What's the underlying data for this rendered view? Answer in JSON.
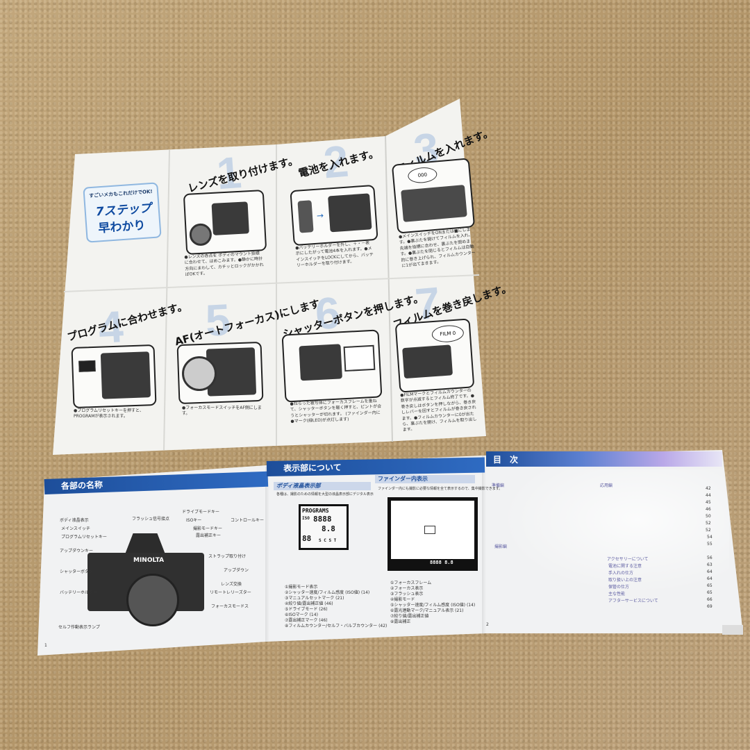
{
  "leaflet": {
    "badge": {
      "line1": "すごいメカもこれだけでOK!",
      "line2": "7ステップ",
      "line3": "早わかり"
    },
    "steps": [
      {
        "num": "1",
        "title": "レンズを取り付けます。",
        "caption": "●レンズの赤点を ボディのマウント指標に合わせて、はめこみます。●静かに時計方向にまわして、カチッとロックがかかればOKです。"
      },
      {
        "num": "2",
        "title": "電池を入れます。",
        "caption": "●バッテリーホルダーを外し、＋・－表示にしたがって電池4本を入れます。●メインスイッチをLOCKにしてから、バッテリーホルダーを取り付けます。"
      },
      {
        "num": "3",
        "title": "フィルムを入れます。",
        "caption": "●メインスイッチをONまたは■にします。●裏ぶたを開けてフィルムを入れ、先端を指標に合わせ、裏ぶたを閉めます。●裏ぶたを閉じるとフィルムは自動的に巻き上げられ、フィルムカウンターに1が出てまきます。"
      },
      {
        "num": "4",
        "title": "プログラムに合わせます。",
        "caption": "●プログラムリセットキーを押すと、PROGRAMが表示されます。"
      },
      {
        "num": "5",
        "title": "AF(オートフォーカス)にします。",
        "caption": "●フォーカスモードスイッチをAF側にします。"
      },
      {
        "num": "6",
        "title": "シャッターボタンを押します。",
        "caption": "●ねらった被写体にフォーカスフレームを重ねて、シャッターボタンを軽く押すと、ピントが合うとシャッターが切れます。 (ファインダー内に●マーク(緑LED)が点灯します)"
      },
      {
        "num": "7",
        "title": "フィルムを巻き戻します。",
        "caption": "●FILMマークとフィルムカウンターの数字が点滅するとフィルム終了です。●巻き戻しはボタンを押しながら、巻き戻しレバーを回すとフィルムが巻き戻されます。●フィルムカウンターに0が出たら、裏ぶたを開け、フィルムを取り出します。"
      }
    ]
  },
  "booklet": {
    "left": {
      "header": "各部の名称",
      "labels_left": [
        "ボディ液晶表示",
        "メインスイッチ",
        "プログラムリセットキー",
        "アップダウンキー",
        "シャッターボタン",
        "バッテリーホルダー",
        "セルフ作動表示ランプ"
      ],
      "labels_top": [
        "フラッシュ信号接点",
        "ドライブモードキー",
        "ISOキー",
        "撮影モードキー",
        "露出補正キー",
        "コントロールキー"
      ],
      "labels_right": [
        "ストラップ取り付け",
        "アップダウン",
        "レンズ交換",
        "リモートレリーズター",
        "フォーカスモードス"
      ],
      "brand": "MINOLTA",
      "page": "1"
    },
    "middle": {
      "header": "表示部について",
      "sub1": "ボディ液晶表示部",
      "sub2": "ファインダー内表示",
      "intro1": "各種は、撮影のための情報を大型の液晶表示部にデジタル表示",
      "intro2": "ファインダー内にも撮影に必要な情報を全て表示するので、集中撮影できます。",
      "lcd_word": "PROGRAMS",
      "lcd_iso": "ISO",
      "lcd_digits": "8888",
      "lcd_ev": "8.8",
      "lcd_bottom": "88",
      "lcd_sc": "S C  S T",
      "vf_readout": "8888  8.8",
      "list1": [
        "①撮影モード表示",
        "②シャッター速度/フィルム感度 (ISO値) (14)",
        "③マニュアルセットマーク (21)",
        "④絞り値/露出補正値 (46)",
        "⑤ドライブモード (26)",
        "⑥ISOマーク (14)",
        "⑦露出補正マーク (46)",
        "⑧フィルムカウンター/セルフ・バルブカウンター (42)"
      ],
      "list2": [
        "①フォーカスフレーム",
        "②フォーカス表示",
        "③フラッシュ表示",
        "④撮影モード",
        "⑤シャッター速度/フィルム感度 (ISO値) (14)",
        "⑥露光連動マーク/マニュアル表示 (21)",
        "⑦絞り値/露出補正値",
        "⑧露出補正"
      ],
      "page": "2"
    },
    "right": {
      "header": "目　次",
      "col1": [
        "準備編",
        "撮影編"
      ],
      "col2_title": "応用編",
      "entries": [
        "アクセサリーについて",
        "電池に関する注意",
        "手入れの仕方",
        "取り扱い上の注意",
        "保管の仕方",
        "主な性能",
        "アフターサービスについて"
      ],
      "pages": [
        "42",
        "44",
        "45",
        "46",
        "50",
        "52",
        "52",
        "54",
        "55",
        "56",
        "63",
        "64",
        "64",
        "65",
        "65",
        "66",
        "69"
      ]
    }
  },
  "colors": {
    "blue_bar": "#1d4e9a",
    "paper": "#f4f4f1",
    "carpet": "#b89c72"
  }
}
